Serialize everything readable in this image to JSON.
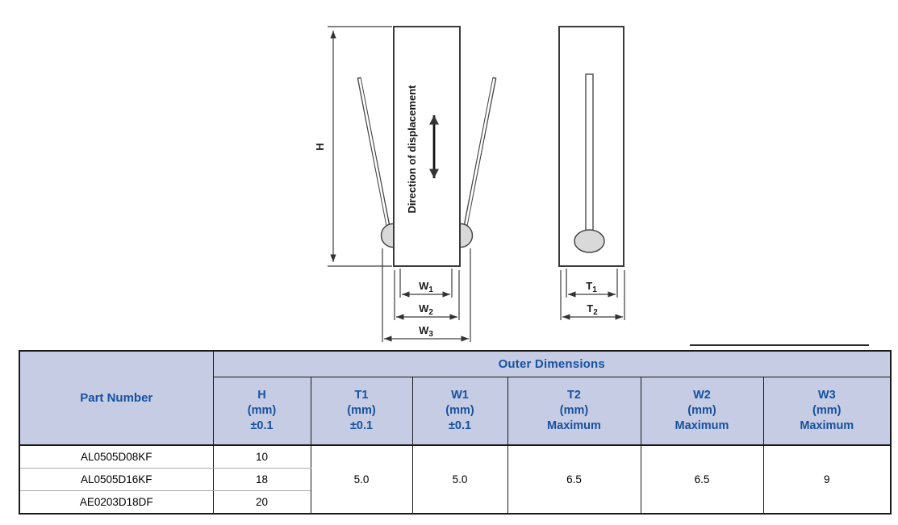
{
  "colors": {
    "header_bg": "#c6cce3",
    "header_text": "#17519f",
    "table_border": "#1a1a1a",
    "row_divider": "#a9a9a9",
    "diagram_line": "#3c3c3c",
    "solder_fill": "#d9d9d9"
  },
  "diagram": {
    "height_label": "H",
    "direction_label": "Direction of displacement",
    "front_dims": [
      {
        "base": "W",
        "sub": "1"
      },
      {
        "base": "W",
        "sub": "2"
      },
      {
        "base": "W",
        "sub": "3"
      }
    ],
    "side_dims": [
      {
        "base": "T",
        "sub": "1"
      },
      {
        "base": "T",
        "sub": "2"
      }
    ]
  },
  "table": {
    "part_number_header": "Part Number",
    "group_header": "Outer Dimensions",
    "columns": [
      {
        "name": "H",
        "unit": "(mm)",
        "qualifier": "±0.1"
      },
      {
        "name": "T1",
        "unit": "(mm)",
        "qualifier": "±0.1"
      },
      {
        "name": "W1",
        "unit": "(mm)",
        "qualifier": "±0.1"
      },
      {
        "name": "T2",
        "unit": "(mm)",
        "qualifier": "Maximum"
      },
      {
        "name": "W2",
        "unit": "(mm)",
        "qualifier": "Maximum"
      },
      {
        "name": "W3",
        "unit": "(mm)",
        "qualifier": "Maximum"
      }
    ],
    "rows": [
      {
        "part": "AL0505D08KF",
        "h": "10"
      },
      {
        "part": "AL0505D16KF",
        "h": "18"
      },
      {
        "part": "AE0203D18DF",
        "h": "20"
      }
    ],
    "shared_values": {
      "t1": "5.0",
      "w1": "5.0",
      "t2": "6.5",
      "w2": "6.5",
      "w3": "9"
    }
  }
}
